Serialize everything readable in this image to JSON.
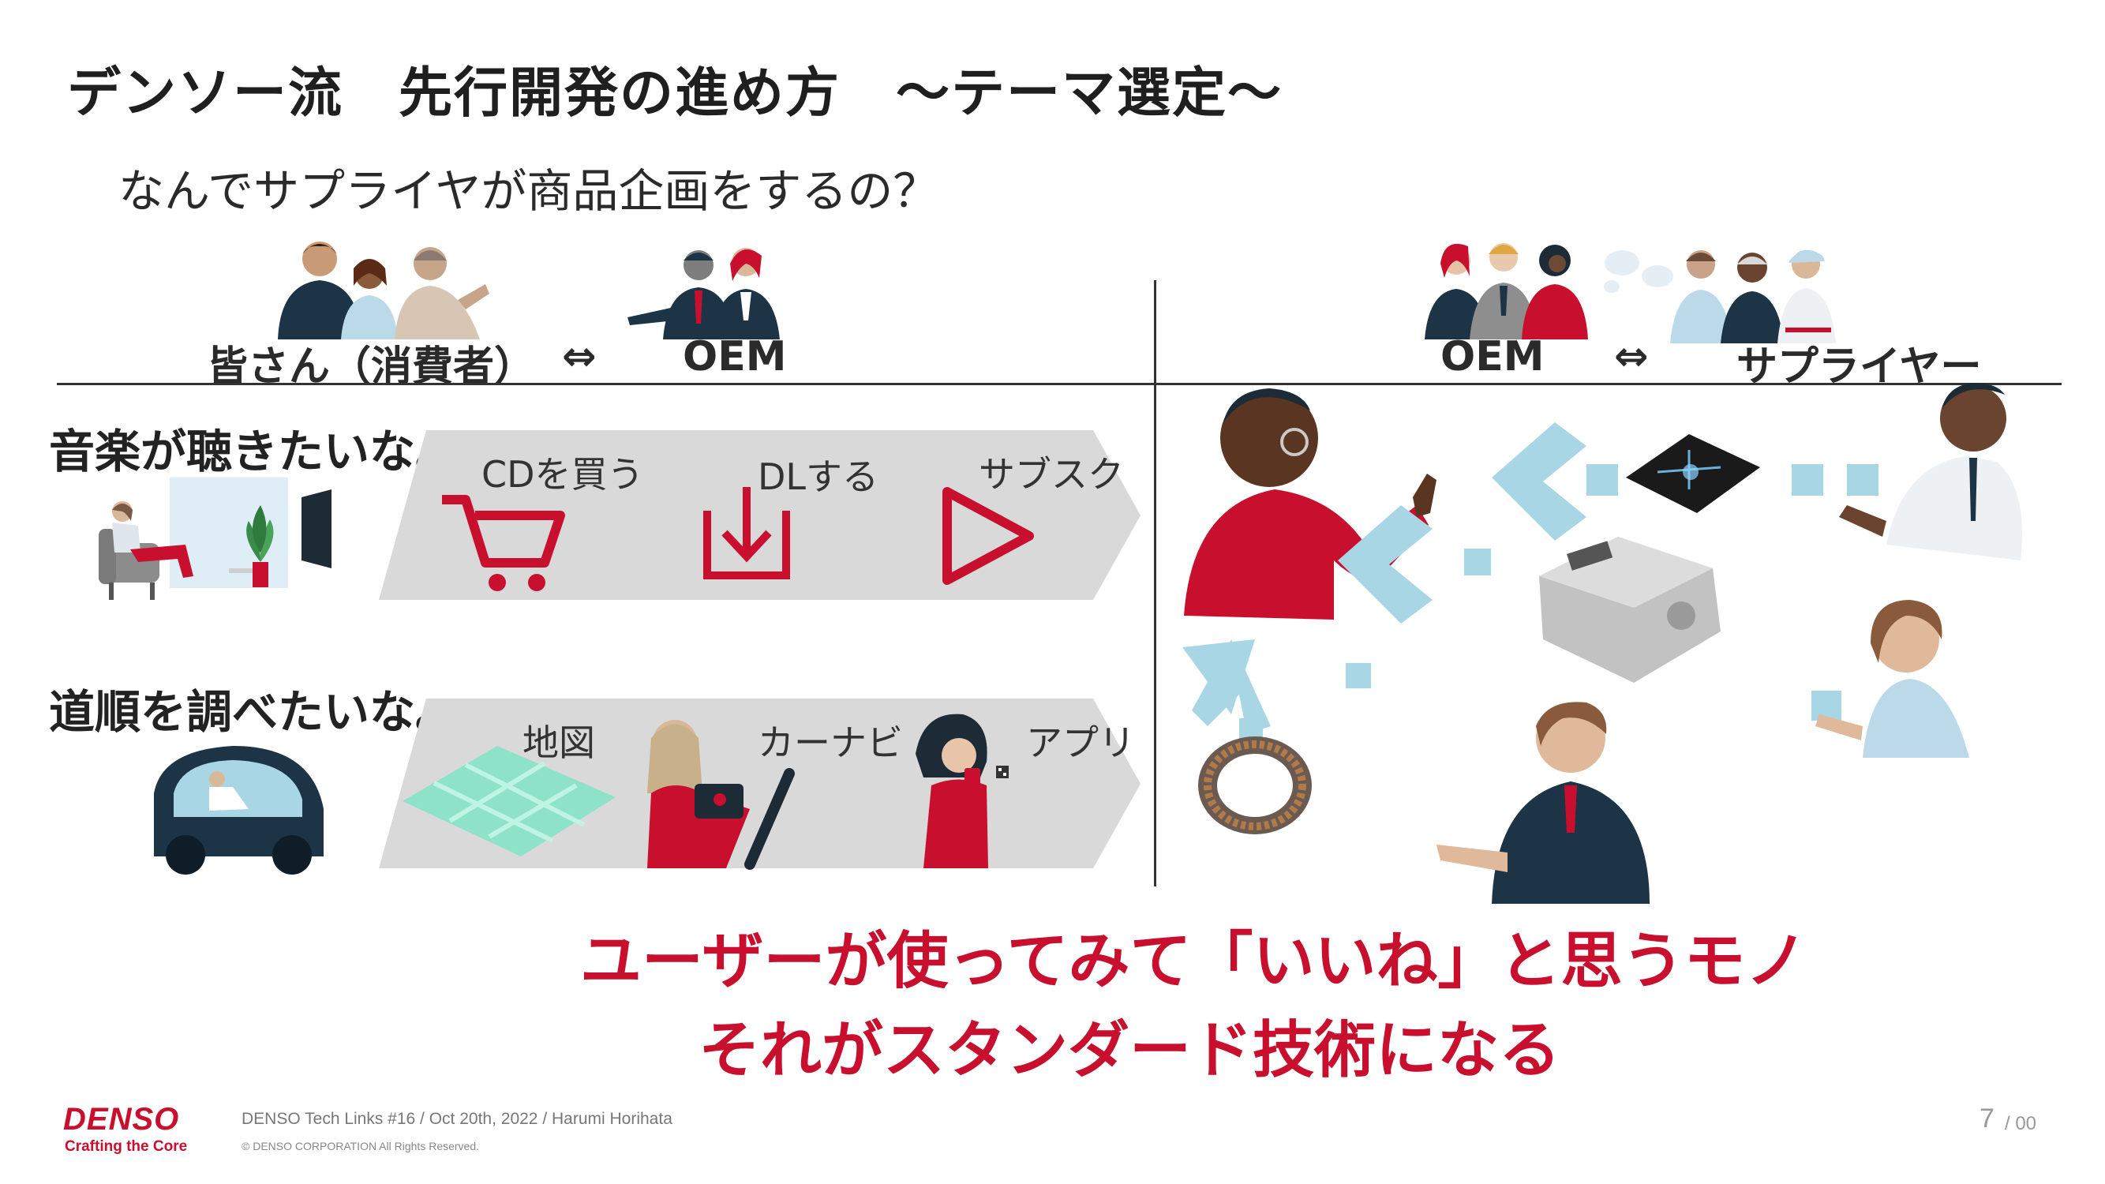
{
  "slide": {
    "title": "デンソー流　先行開発の進め方　～テーマ選定～",
    "subtitle": "なんでサプライヤが商品企画をするの？"
  },
  "left_header": {
    "consumer_label": "皆さん（消費者）",
    "arrow": "⇔",
    "oem_label": "OEM"
  },
  "right_header": {
    "oem_label": "OEM",
    "arrow": "⇔",
    "supplier_label": "サプライヤー"
  },
  "rows": [
    {
      "need": "音楽が聴きたいな。",
      "steps": [
        {
          "label": "CDを買う",
          "icon": "cart-icon"
        },
        {
          "label": "DLする",
          "icon": "download-icon"
        },
        {
          "label": "サブスク",
          "icon": "play-icon"
        }
      ]
    },
    {
      "need": "道順を調べたいな。",
      "steps": [
        {
          "label": "地図",
          "icon": "map-icon"
        },
        {
          "label": "カーナビ",
          "icon": "car-navigation-icon"
        },
        {
          "label": "アプリ",
          "icon": "smartphone-app-icon"
        }
      ]
    }
  ],
  "message": {
    "line1": "ユーザーが使ってみて「いいね」と思うモノ",
    "line2": "それがスタンダード技術になる"
  },
  "footer": {
    "logo": "DENSO",
    "tagline": "Crafting the Core",
    "event": "DENSO Tech Links #16 / Oct 20th, 2022 / Harumi Horihata",
    "copyright": "© DENSO CORPORATION All Rights Reserved.",
    "page": "7",
    "total": "/ 00"
  },
  "colors": {
    "brand_red": "#c8102e",
    "chevron_gray": "#d9d9d9",
    "arrow_blue": "#a9d6e5",
    "navy": "#1d3346"
  }
}
